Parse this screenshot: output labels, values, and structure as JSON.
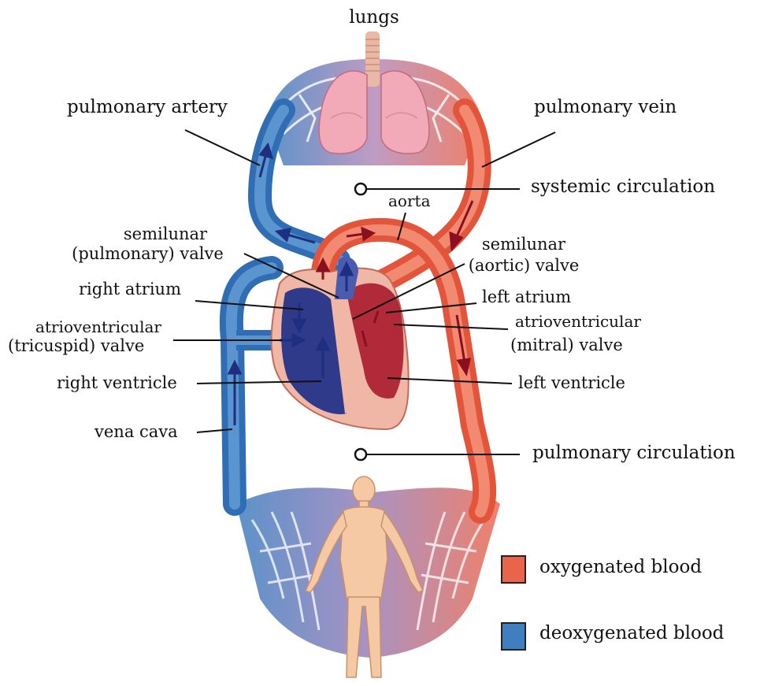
{
  "labels": {
    "lungs": "lungs",
    "pulmonary_artery": "pulmonary artery",
    "pulmonary_vein": "pulmonary vein",
    "systemic_circulation": "systemic circulation",
    "aorta": "aorta",
    "semilunar_pulmonary_1": "semilunar",
    "semilunar_pulmonary_2": "(pulmonary) valve",
    "semilunar_aortic_1": "semilunar",
    "semilunar_aortic_2": "(aortic) valve",
    "right_atrium": "right atrium",
    "left_atrium": "left atrium",
    "av_tricuspid_1": "atrioventricular",
    "av_tricuspid_2": "(tricuspid) valve",
    "av_mitral_1": "atrioventricular",
    "av_mitral_2": "(mitral) valve",
    "right_ventricle": "right ventricle",
    "left_ventricle": "left ventricle",
    "vena_cava": "vena cava",
    "pulmonary_circulation": "pulmonary circulation"
  },
  "legend": {
    "oxygenated": {
      "label": "oxygenated blood",
      "color": "#e8644a"
    },
    "deoxygenated": {
      "label": "deoxygenated blood",
      "color": "#3f7fc0"
    }
  },
  "colors": {
    "oxy": "#ec6a50",
    "deoxy": "#3f7fc0",
    "heart_left": "#b02a3a",
    "heart_right": "#2f3a8a",
    "lung": "#f2aab8",
    "body": "#f5c9a4"
  }
}
